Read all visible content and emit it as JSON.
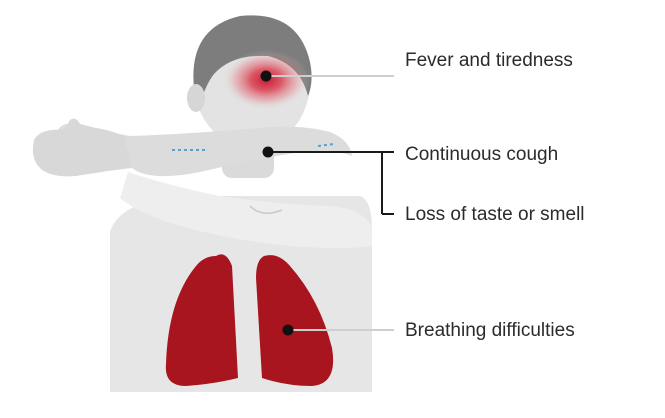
{
  "symptoms": [
    {
      "id": "fever",
      "label": "Fever and tiredness",
      "body_area": "head"
    },
    {
      "id": "cough",
      "label": "Continuous cough",
      "body_area": "mouth"
    },
    {
      "id": "taste",
      "label": "Loss of taste or smell",
      "body_area": "mouth"
    },
    {
      "id": "breath",
      "label": "Breathing difficulties",
      "body_area": "lungs"
    }
  ],
  "colors": {
    "skin": "#e6e6e6",
    "skin_shadow": "#d4d4d4",
    "hair": "#7d7d7d",
    "lungs": "#a8151f",
    "fever_glow": "#d9283a",
    "connector_line": "#cfcfcf",
    "bracket_line": "#1a1a1a",
    "marker": "#111111",
    "breath_dashes": "#5aa0c8"
  }
}
